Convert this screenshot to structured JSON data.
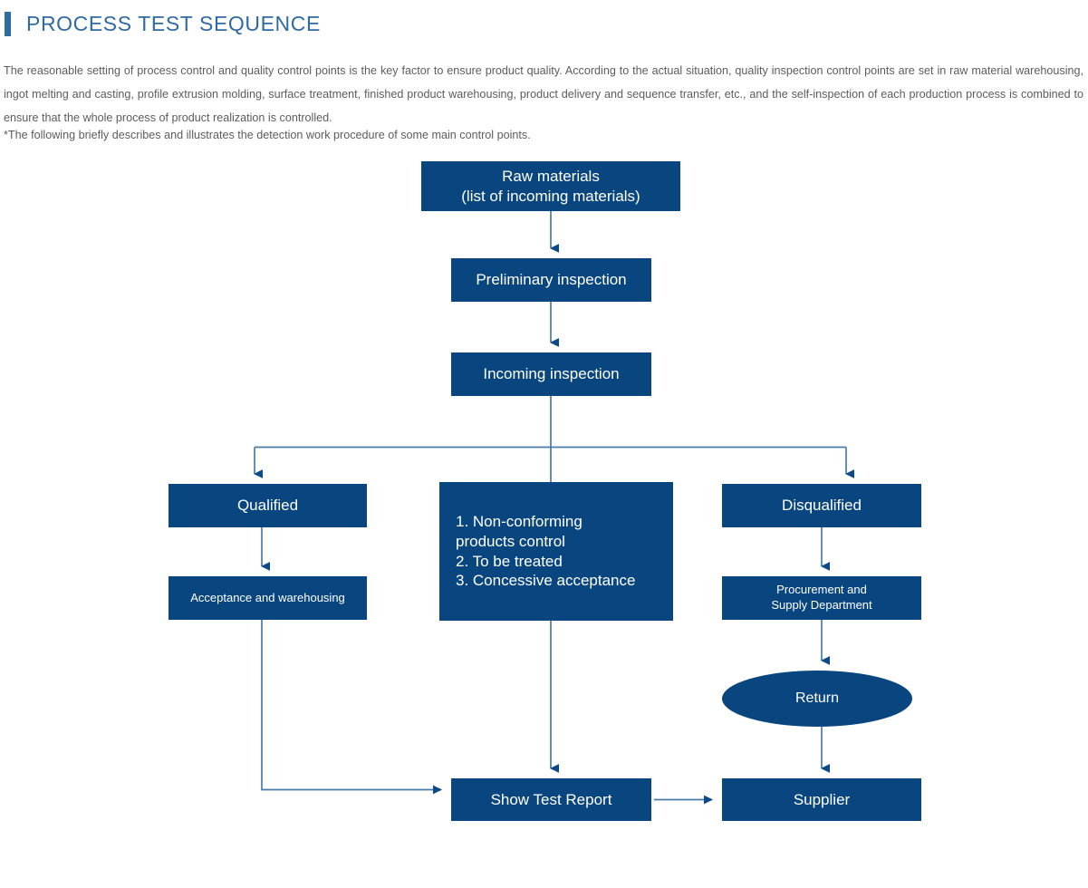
{
  "header": {
    "title": "PROCESS TEST SEQUENCE",
    "accent_color": "#2e6da4",
    "paragraph": "The reasonable setting of process control and quality control points is the key factor to ensure product quality. According to the actual situation, quality inspection control points are set in raw material warehousing, ingot melting and casting, profile extrusion molding, surface treatment, finished product warehousing, product delivery and sequence transfer, etc., and the self-inspection of each production process is combined to ensure that the whole process of product realization is controlled.",
    "note": "*The following briefly describes and illustrates the detection work procedure of some main control points."
  },
  "diagram": {
    "node_fill": "#09467f",
    "node_text_color": "#ffffff",
    "connector_line_color": "#4a7ba7",
    "arrow_head_color": "#0d4a8a",
    "nodes": {
      "raw_materials": "Raw materials\n(list of incoming materials)",
      "preliminary_inspection": "Preliminary inspection",
      "incoming_inspection": "Incoming inspection",
      "qualified": "Qualified",
      "acceptance_and_warehousing": "Acceptance and warehousing",
      "nonconforming_list": "1. Non-conforming\n    products control\n2. To be treated\n3. Concessive acceptance",
      "disqualified": "Disqualified",
      "procurement": "Procurement and\nSupply Department",
      "return": "Return",
      "show_test_report": "Show Test Report",
      "supplier": "Supplier"
    }
  }
}
